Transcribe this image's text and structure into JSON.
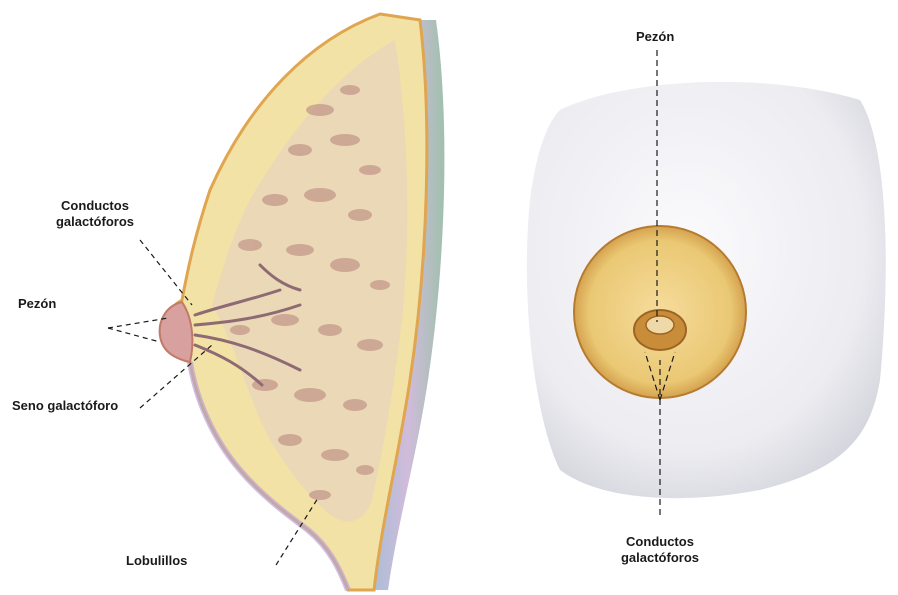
{
  "left_view": {
    "labels": {
      "conductos_line1": "Conductos",
      "conductos_line2": "galactóforos",
      "pezon": "Pezón",
      "seno": "Seno galactóforo",
      "lobulillos": "Lobulillos"
    }
  },
  "right_view": {
    "labels": {
      "pezon": "Pezón",
      "conductos_line1": "Conductos",
      "conductos_line2": "galactóforos"
    }
  },
  "colors": {
    "fat_tissue": "#f3e2a6",
    "skin_edge": "#e0a54f",
    "gland_tissue": "#caa28d",
    "breast_surface": "#e9e9ee",
    "areola": "#d9a24c",
    "leader_line": "#1a1a1a"
  }
}
